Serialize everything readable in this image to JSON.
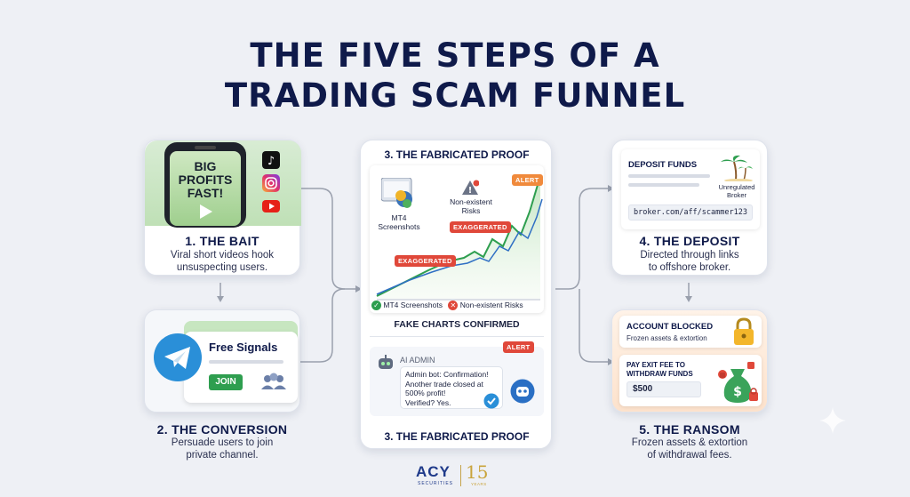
{
  "title": {
    "line1": "THE FIVE STEPS OF A",
    "line2": "TRADING SCAM FUNNEL"
  },
  "step1": {
    "phone_text": [
      "BIG",
      "PROFITS",
      "FAST!"
    ],
    "title": "1. THE BAIT",
    "desc": [
      "Viral short videos hook",
      "unsuspecting users."
    ]
  },
  "step2": {
    "card_title": "Free Signals",
    "join_label": "JOIN",
    "title": "2. THE CONVERSION",
    "desc": [
      "Persuade users to join",
      "private channel."
    ]
  },
  "step3": {
    "header": "3. THE FABRICATED PROOF",
    "mt4_label": [
      "MT4",
      "Screenshots"
    ],
    "risks_label": [
      "Non-existent",
      "Risks"
    ],
    "alert_label": "ALERT",
    "exaggerated_label": "EXAGGERATED",
    "legend_mt4": "MT4 Screenshots",
    "legend_risks": "Non-existent Risks",
    "confirmed": "FAKE CHARTS CONFIRMED",
    "ai_admin": "AI ADMIN",
    "bot_message": [
      "Admin bot: Confirmation!",
      "Another trade closed at",
      "500% profit!",
      "Verified? Yes."
    ],
    "footer": "3. THE FABRICATED PROOF"
  },
  "step4": {
    "card_title": "DEPOSIT FUNDS",
    "broker_label": [
      "Unregulated",
      "Broker"
    ],
    "url": "broker.com/aff/scammer123",
    "title": "4. THE DEPOSIT",
    "desc": [
      "Directed through links",
      "to offshore broker."
    ]
  },
  "step5": {
    "blocked_title": "ACCOUNT BLOCKED",
    "blocked_sub": "Frozen assets & extortion",
    "exit_fee": [
      "PAY EXIT FEE TO",
      "WITHDRAW FUNDS"
    ],
    "amount": "$500",
    "title": "5. THE RANSOM",
    "desc": [
      "Frozen assets & extortion",
      "of withdrawal fees."
    ]
  },
  "logo": {
    "brand": "ACY",
    "sub": "SECURITIES",
    "years": "15",
    "years_sub": "YEARS"
  },
  "colors": {
    "navy": "#0f1a4a",
    "green": "#2e9e4f",
    "red": "#e0483a",
    "orange": "#f08a3c",
    "blue": "#2a8fd8"
  },
  "icons": [
    "tiktok-icon",
    "instagram-icon",
    "youtube-icon",
    "telegram-icon",
    "robot-icon",
    "lock-icon",
    "money-bag-icon",
    "palm-tree-icon",
    "verified-check-icon",
    "warning-icon"
  ]
}
